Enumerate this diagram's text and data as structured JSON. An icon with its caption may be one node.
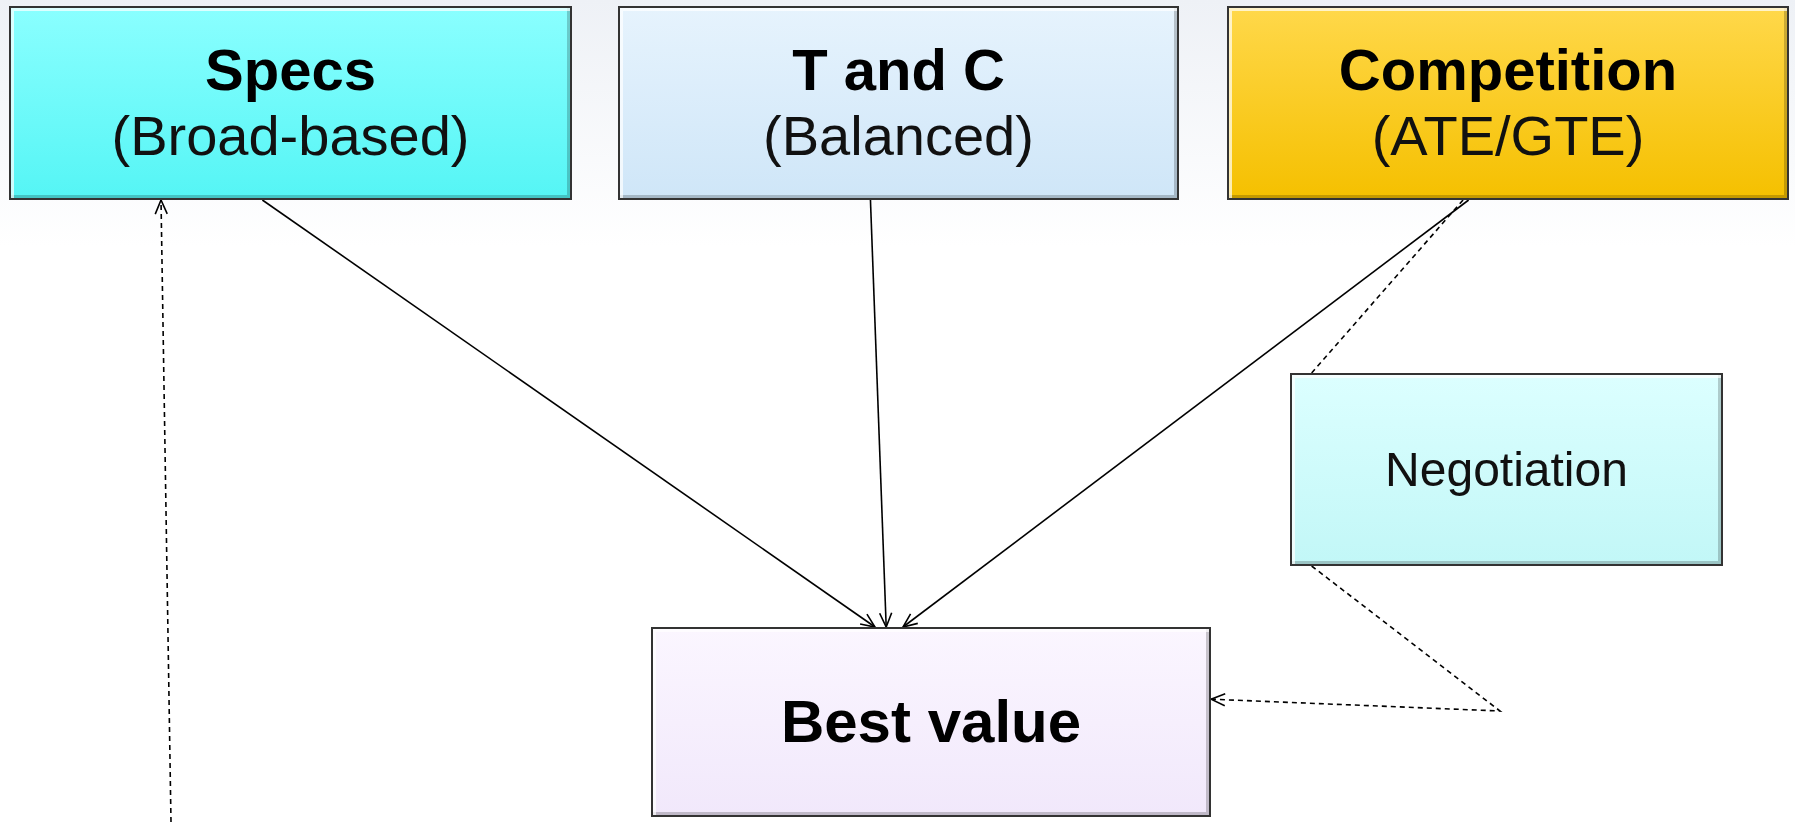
{
  "diagram": {
    "nodes": [
      {
        "text": [
          "Specs",
          "(Broad-based)"
        ]
      },
      {
        "text": [
          "T and C",
          "(Balanced)"
        ]
      },
      {
        "text": [
          "Competition",
          "(ATE/GTE)"
        ]
      },
      {
        "text": [
          "Negotiation"
        ]
      },
      {
        "text": [
          "Best value"
        ]
      }
    ],
    "edges": [
      {
        "from": 0,
        "to": 4,
        "arrow": "to"
      },
      {
        "from": 1,
        "to": 4,
        "arrow": "to"
      },
      {
        "from": 2,
        "to": 4,
        "arrow": "to"
      },
      {
        "from": 2,
        "to": 3,
        "arrow": "none",
        "style": "dashed"
      },
      {
        "from": 3,
        "to": 4,
        "arrow": "to",
        "style": "dashed"
      },
      {
        "from": null,
        "to": 0,
        "arrow": "to",
        "style": "dashed"
      }
    ]
  }
}
